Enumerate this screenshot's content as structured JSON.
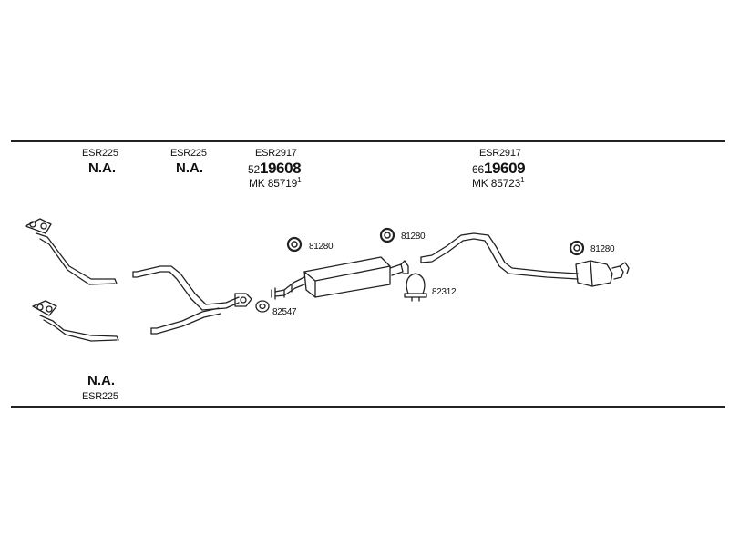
{
  "columns": [
    {
      "code": "ESR225",
      "status": "N.A."
    },
    {
      "code": "ESR225",
      "status": "N.A."
    },
    {
      "code": "ESR2917",
      "part_prefix": "52",
      "part_main": "19608",
      "mk_prefix": "MK",
      "mk_number": "85719",
      "mk_sup": "1"
    },
    {
      "code": "ESR2917",
      "part_prefix": "66",
      "part_main": "19609",
      "mk_prefix": "MK",
      "mk_number": "85723",
      "mk_sup": "1"
    }
  ],
  "bottom_left": {
    "status": "N.A.",
    "code": "ESR225"
  },
  "fittings": {
    "rubber_mount_1": "81280",
    "rubber_mount_2": "81280",
    "rubber_mount_3": "81280",
    "gasket": "82547",
    "clamp": "82312"
  }
}
